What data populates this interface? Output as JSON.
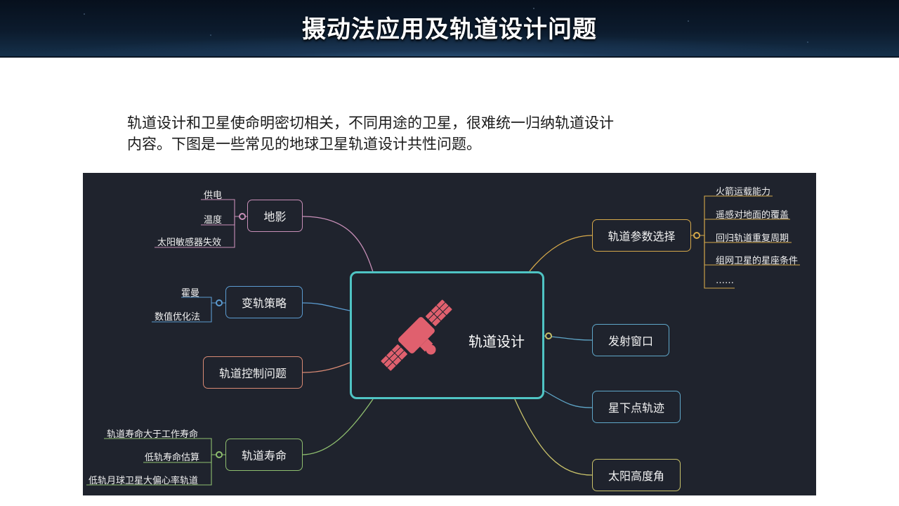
{
  "title": "摄动法应用及轨道设计问题",
  "intro": {
    "line1": "轨道设计和卫星使命明密切相关，不同用途的卫星，很难统一归纳轨道设计",
    "line2": "内容。下图是一些常见的地球卫星轨道设计共性问题。"
  },
  "mindmap": {
    "center": "轨道设计",
    "left_branches": [
      {
        "label": "地影",
        "color": "#c88fb8",
        "children": [
          "供电",
          "温度",
          "太阳敏感器失效"
        ]
      },
      {
        "label": "变轨策略",
        "color": "#5b9bd0",
        "children": [
          "霍曼",
          "数值优化法"
        ]
      },
      {
        "label": "轨道控制问题",
        "color": "#d98a74",
        "children": []
      },
      {
        "label": "轨道寿命",
        "color": "#8fbf6f",
        "children": [
          "轨道寿命大于工作寿命",
          "低轨寿命估算",
          "低轨月球卫星大偏心率轨道"
        ]
      }
    ],
    "right_branches": [
      {
        "label": "轨道参数选择",
        "color": "#d6a94a",
        "children": [
          "火箭运载能力",
          "遥感对地面的覆盖",
          "回归轨道重复周期",
          "组网卫星的星座条件",
          "……"
        ]
      },
      {
        "label": "发射窗口",
        "color": "#5fa7c9",
        "children": []
      },
      {
        "label": "星下点轨迹",
        "color": "#5fa7c9",
        "children": []
      },
      {
        "label": "太阳高度角",
        "color": "#c9c26a",
        "children": []
      }
    ],
    "icons": [
      "satellite-icon"
    ]
  }
}
